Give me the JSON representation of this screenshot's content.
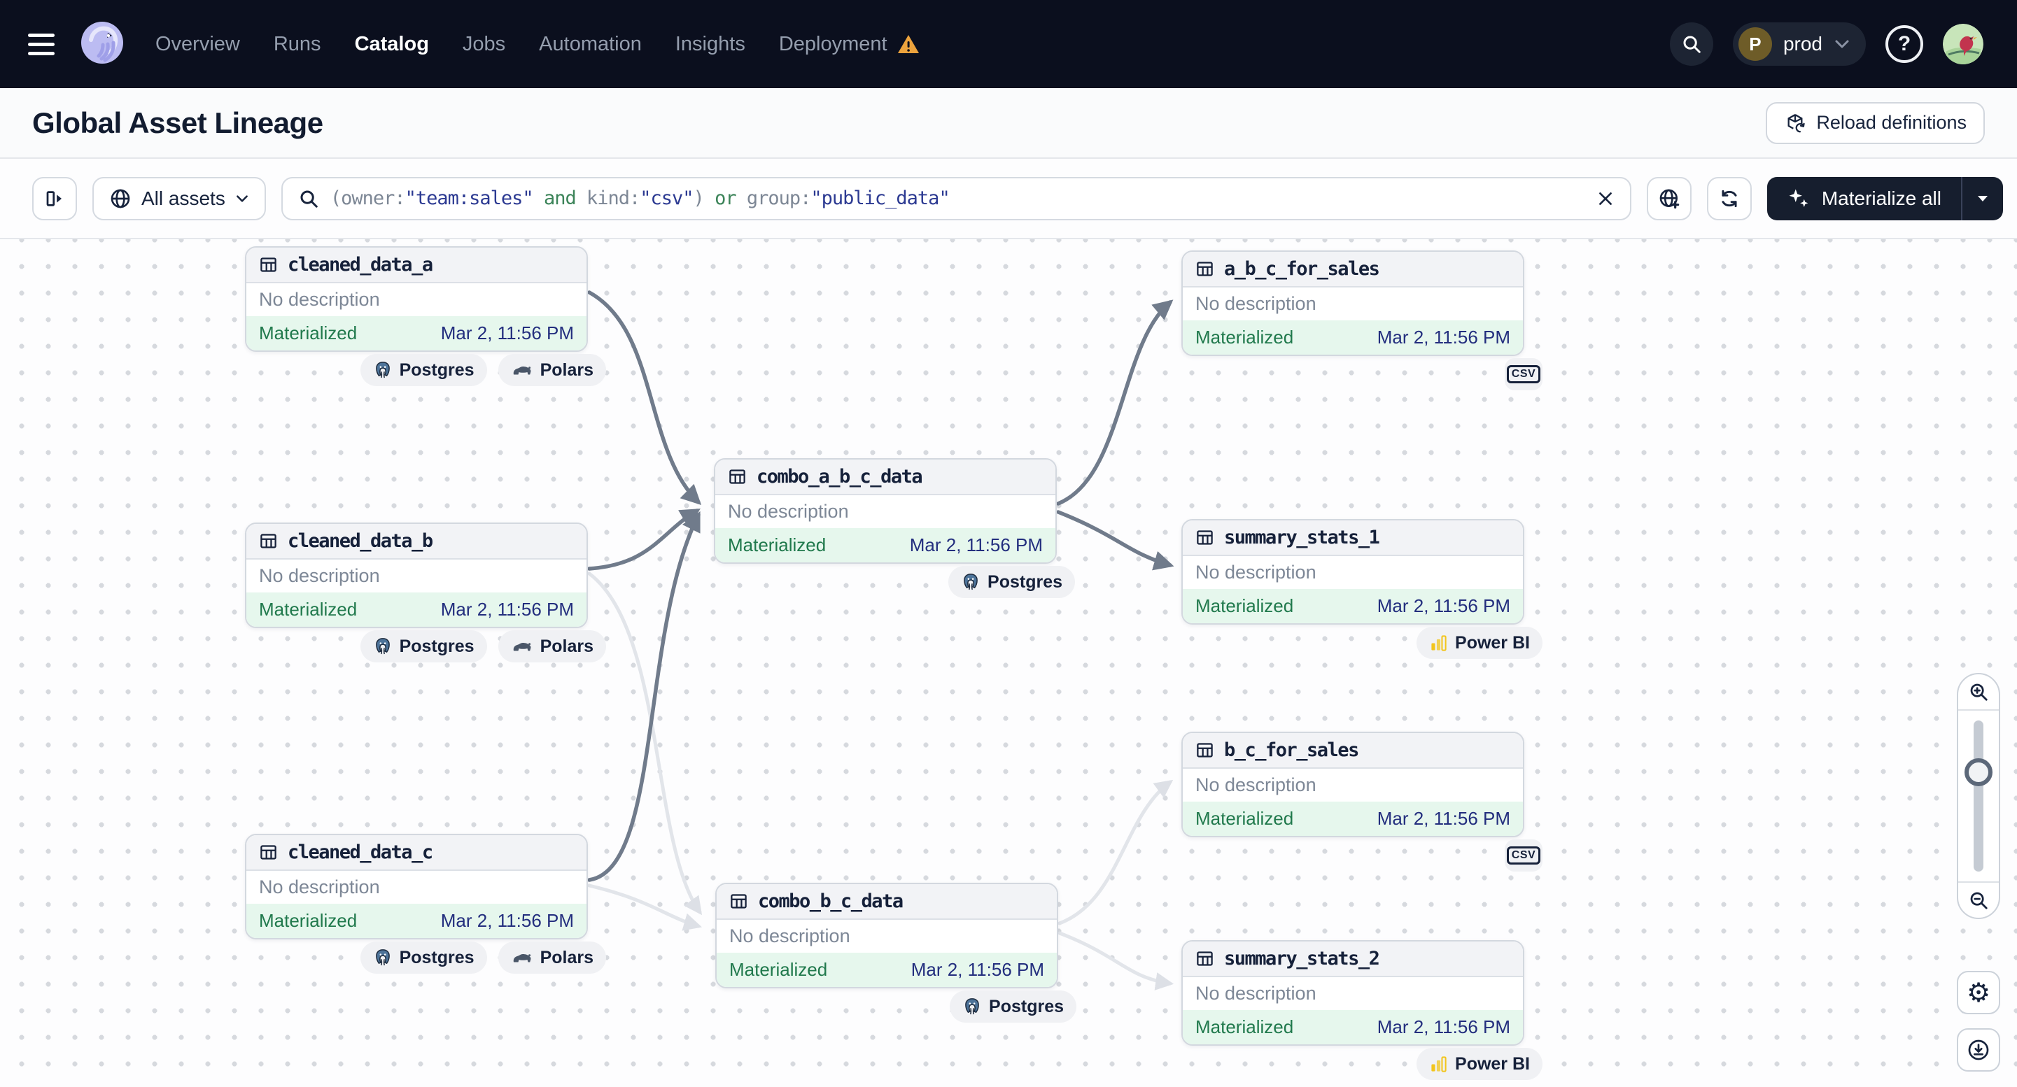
{
  "nav": {
    "items": [
      {
        "label": "Overview"
      },
      {
        "label": "Runs"
      },
      {
        "label": "Catalog"
      },
      {
        "label": "Jobs"
      },
      {
        "label": "Automation"
      },
      {
        "label": "Insights"
      },
      {
        "label": "Deployment"
      }
    ],
    "env": {
      "letter": "P",
      "name": "prod"
    },
    "help": "?"
  },
  "header": {
    "title": "Global Asset Lineage",
    "reload_label": "Reload definitions"
  },
  "toolbar": {
    "scope_label": "All assets",
    "materialize_label": "Materialize all",
    "query": {
      "full": "(owner:\"team:sales\" and kind:\"csv\") or group:\"public_data\"",
      "p1": "(owner:",
      "p2": "\"team:sales\"",
      "p3": " and ",
      "p4": "kind:",
      "p5": "\"csv\"",
      "p6": ") ",
      "p7": "or",
      "p8": " group:",
      "p9": "\"public_data\""
    }
  },
  "kind_tags": {
    "postgres": "Postgres",
    "polars": "Polars",
    "powerbi": "Power BI",
    "csv": "CSV"
  },
  "nodes": [
    {
      "name": "cleaned_data_a",
      "description": "No description",
      "status": "Materialized",
      "timestamp": "Mar 2, 11:56 PM",
      "kinds": [
        "Postgres",
        "Polars"
      ]
    },
    {
      "name": "cleaned_data_b",
      "description": "No description",
      "status": "Materialized",
      "timestamp": "Mar 2, 11:56 PM",
      "kinds": [
        "Postgres",
        "Polars"
      ]
    },
    {
      "name": "cleaned_data_c",
      "description": "No description",
      "status": "Materialized",
      "timestamp": "Mar 2, 11:56 PM",
      "kinds": [
        "Postgres",
        "Polars"
      ]
    },
    {
      "name": "combo_a_b_c_data",
      "description": "No description",
      "status": "Materialized",
      "timestamp": "Mar 2, 11:56 PM",
      "kinds": [
        "Postgres"
      ]
    },
    {
      "name": "combo_b_c_data",
      "description": "No description",
      "status": "Materialized",
      "timestamp": "Mar 2, 11:56 PM",
      "kinds": [
        "Postgres"
      ]
    },
    {
      "name": "a_b_c_for_sales",
      "description": "No description",
      "status": "Materialized",
      "timestamp": "Mar 2, 11:56 PM",
      "kinds": [
        "CSV"
      ]
    },
    {
      "name": "summary_stats_1",
      "description": "No description",
      "status": "Materialized",
      "timestamp": "Mar 2, 11:56 PM",
      "kinds": [
        "Power BI"
      ]
    },
    {
      "name": "b_c_for_sales",
      "description": "No description",
      "status": "Materialized",
      "timestamp": "Mar 2, 11:56 PM",
      "kinds": [
        "CSV"
      ]
    },
    {
      "name": "summary_stats_2",
      "description": "No description",
      "status": "Materialized",
      "timestamp": "Mar 2, 11:56 PM",
      "kinds": [
        "Power BI"
      ]
    }
  ],
  "colors": {
    "navbar_bg": "#0b0f1e",
    "status_green_bg": "#e6f7ed",
    "status_green_text": "#20794c",
    "timestamp_blue": "#232e7e",
    "edge_highlight": "#707b8b",
    "edge_faded": "#e2e5ea",
    "warning_orange": "#eda33d",
    "materialize_bg": "#161e2e",
    "query_key": "#7d8795",
    "query_value": "#2c3a92",
    "query_operator": "#3c8459"
  }
}
